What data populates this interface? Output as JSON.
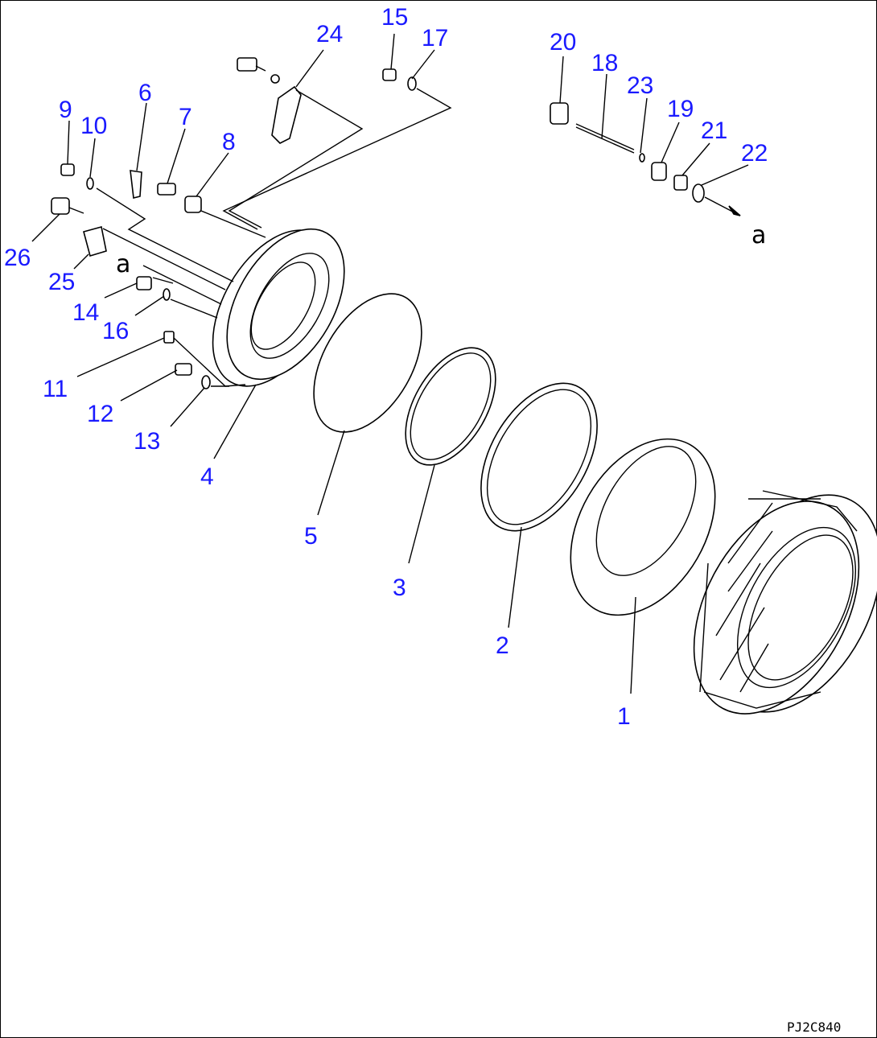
{
  "drawing_code": "PJ2C840",
  "section_label": "a",
  "callouts": [
    "1",
    "2",
    "3",
    "4",
    "5",
    "6",
    "7",
    "8",
    "9",
    "10",
    "11",
    "12",
    "13",
    "14",
    "15",
    "16",
    "17",
    "18",
    "19",
    "20",
    "21",
    "22",
    "23",
    "24",
    "25",
    "26"
  ]
}
